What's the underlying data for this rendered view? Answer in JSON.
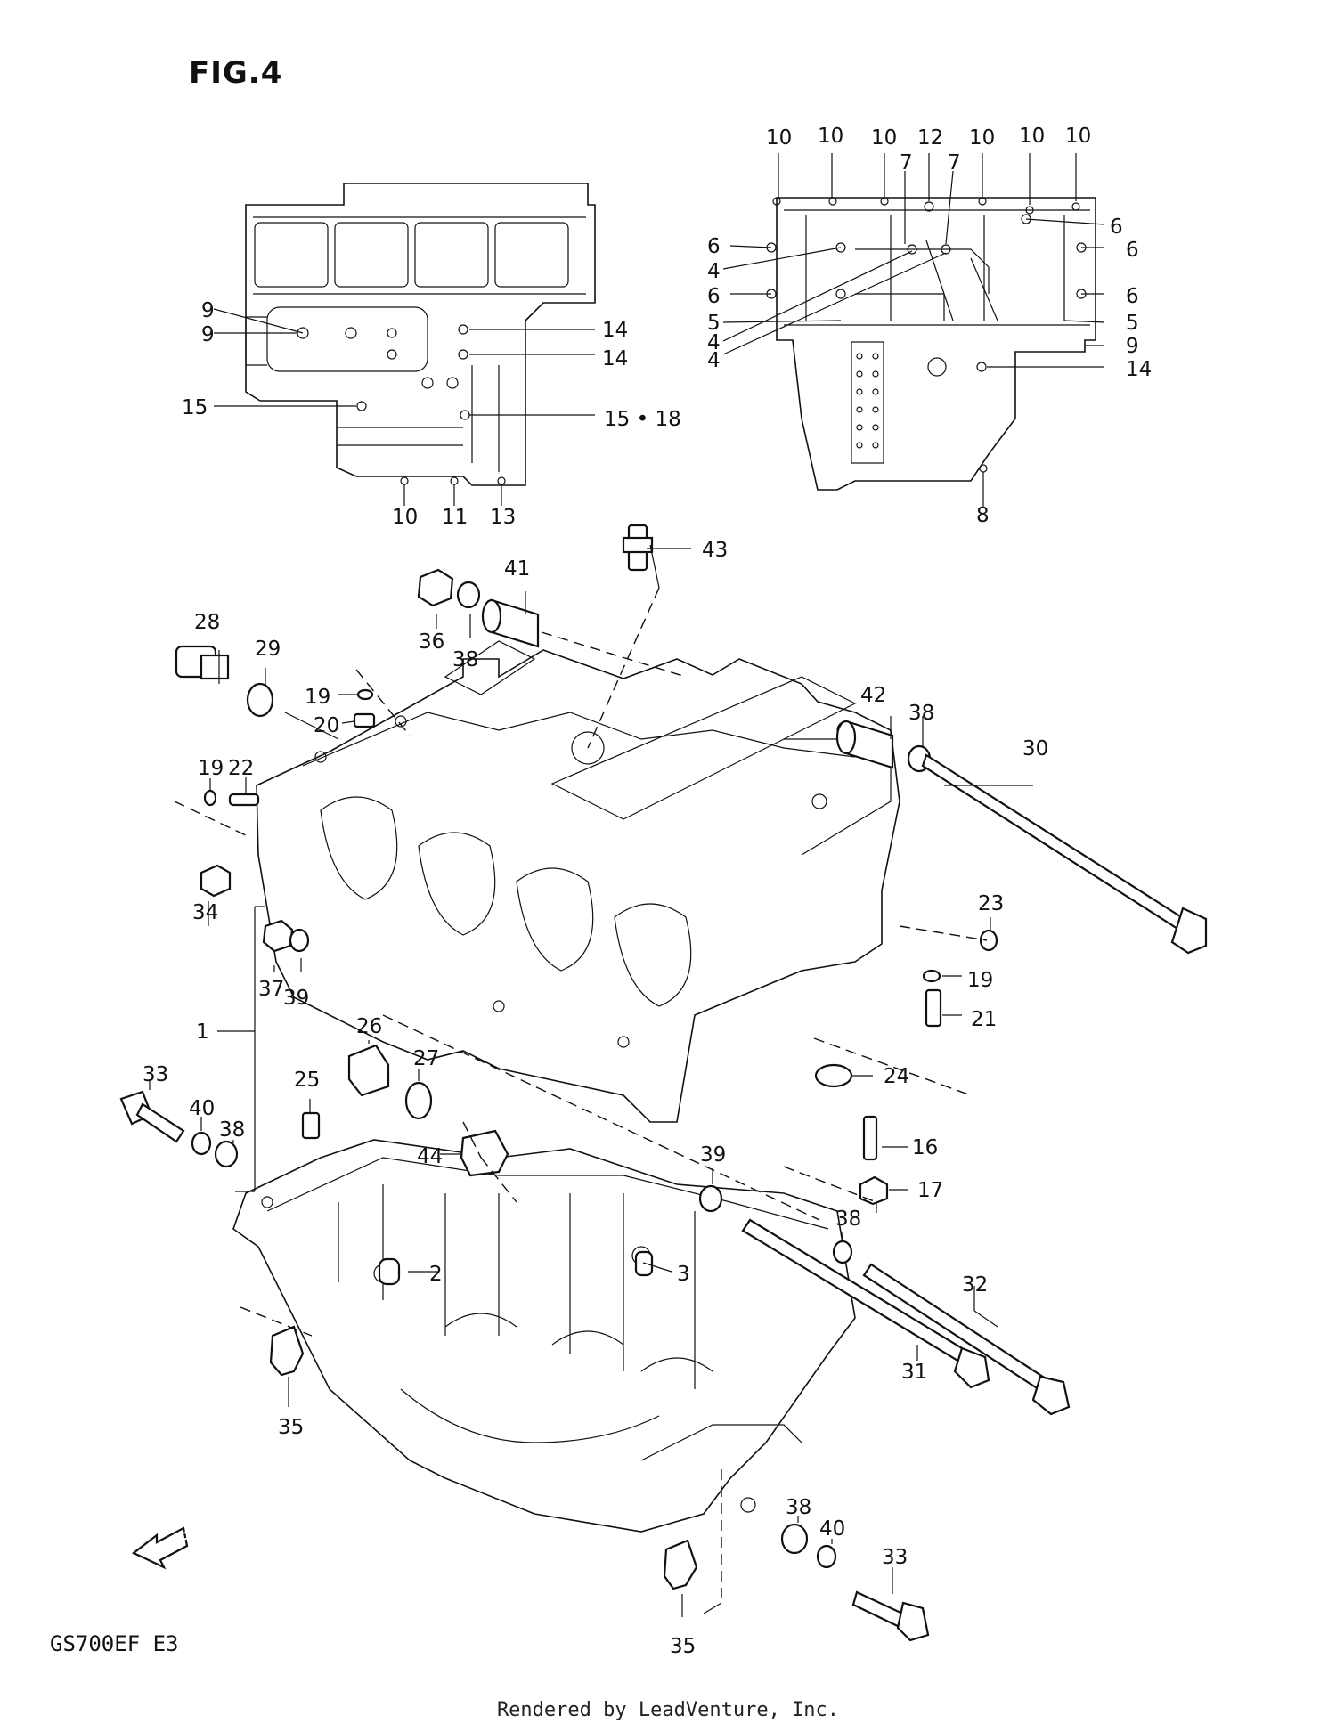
{
  "figure": {
    "title": "FIG.4",
    "model_code": "GS700EF  E3",
    "credit": "Rendered by LeadVenture, Inc.",
    "fwd_label": "FWD"
  },
  "callouts": [
    {
      "id": "top-left-9a",
      "text": "9"
    },
    {
      "id": "top-left-9b",
      "text": "9"
    },
    {
      "id": "top-left-14a",
      "text": "14"
    },
    {
      "id": "top-left-14b",
      "text": "14"
    },
    {
      "id": "top-left-15",
      "text": "15"
    },
    {
      "id": "top-left-15-18",
      "text": "15 • 18"
    },
    {
      "id": "top-left-10",
      "text": "10"
    },
    {
      "id": "top-left-11",
      "text": "11"
    },
    {
      "id": "top-left-13",
      "text": "13"
    },
    {
      "id": "top-right-10a",
      "text": "10"
    },
    {
      "id": "top-right-10b",
      "text": "10"
    },
    {
      "id": "top-right-10c",
      "text": "10"
    },
    {
      "id": "top-right-12",
      "text": "12"
    },
    {
      "id": "top-right-10d",
      "text": "10"
    },
    {
      "id": "top-right-10e",
      "text": "10"
    },
    {
      "id": "top-right-10f",
      "text": "10"
    },
    {
      "id": "top-right-7a",
      "text": "7"
    },
    {
      "id": "top-right-7b",
      "text": "7"
    },
    {
      "id": "top-right-6a",
      "text": "6"
    },
    {
      "id": "top-right-6b",
      "text": "6"
    },
    {
      "id": "top-right-6c",
      "text": "6"
    },
    {
      "id": "top-right-6d",
      "text": "6"
    },
    {
      "id": "top-right-6e",
      "text": "6"
    },
    {
      "id": "top-right-4a",
      "text": "4"
    },
    {
      "id": "top-right-4b",
      "text": "4"
    },
    {
      "id": "top-right-4c",
      "text": "4"
    },
    {
      "id": "top-right-5a",
      "text": "5"
    },
    {
      "id": "top-right-5b",
      "text": "5"
    },
    {
      "id": "top-right-9",
      "text": "9"
    },
    {
      "id": "top-right-14",
      "text": "14"
    },
    {
      "id": "top-right-8",
      "text": "8"
    },
    {
      "id": "p43",
      "text": "43"
    },
    {
      "id": "p41",
      "text": "41"
    },
    {
      "id": "p36",
      "text": "36"
    },
    {
      "id": "p38a",
      "text": "38"
    },
    {
      "id": "p28",
      "text": "28"
    },
    {
      "id": "p29",
      "text": "29"
    },
    {
      "id": "p19a",
      "text": "19"
    },
    {
      "id": "p20",
      "text": "20"
    },
    {
      "id": "p19b",
      "text": "19"
    },
    {
      "id": "p22",
      "text": "22"
    },
    {
      "id": "p34",
      "text": "34"
    },
    {
      "id": "p42",
      "text": "42"
    },
    {
      "id": "p38b",
      "text": "38"
    },
    {
      "id": "p30",
      "text": "30"
    },
    {
      "id": "p23",
      "text": "23"
    },
    {
      "id": "p19c",
      "text": "19"
    },
    {
      "id": "p21",
      "text": "21"
    },
    {
      "id": "p37",
      "text": "37"
    },
    {
      "id": "p39a",
      "text": "39"
    },
    {
      "id": "p1",
      "text": "1"
    },
    {
      "id": "p26",
      "text": "26"
    },
    {
      "id": "p27",
      "text": "27"
    },
    {
      "id": "p25",
      "text": "25"
    },
    {
      "id": "p24",
      "text": "24"
    },
    {
      "id": "p16",
      "text": "16"
    },
    {
      "id": "p17",
      "text": "17"
    },
    {
      "id": "p33a",
      "text": "33"
    },
    {
      "id": "p40a",
      "text": "40"
    },
    {
      "id": "p38c",
      "text": "38"
    },
    {
      "id": "p44",
      "text": "44"
    },
    {
      "id": "p39b",
      "text": "39"
    },
    {
      "id": "p38d",
      "text": "38"
    },
    {
      "id": "p2",
      "text": "2"
    },
    {
      "id": "p3",
      "text": "3"
    },
    {
      "id": "p32",
      "text": "32"
    },
    {
      "id": "p31",
      "text": "31"
    },
    {
      "id": "p35a",
      "text": "35"
    },
    {
      "id": "p38e",
      "text": "38"
    },
    {
      "id": "p40b",
      "text": "40"
    },
    {
      "id": "p33b",
      "text": "33"
    },
    {
      "id": "p35b",
      "text": "35"
    }
  ]
}
